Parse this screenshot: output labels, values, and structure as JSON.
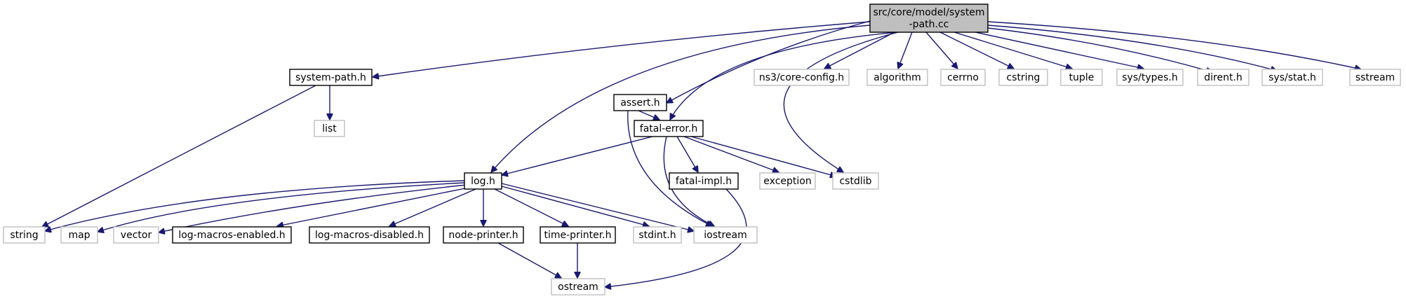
{
  "graph": {
    "edge_color": "#191970",
    "nodes": [
      {
        "id": "system-path-cc",
        "lines": [
          "src/core/model/system",
          "-path.cc"
        ],
        "kind": "main"
      },
      {
        "id": "system-path-h",
        "lines": [
          "system-path.h"
        ],
        "kind": "documented"
      },
      {
        "id": "assert-h",
        "lines": [
          "assert.h"
        ],
        "kind": "documented"
      },
      {
        "id": "ns3-core-config-h",
        "lines": [
          "ns3/core-config.h"
        ],
        "kind": "external"
      },
      {
        "id": "algorithm",
        "lines": [
          "algorithm"
        ],
        "kind": "external"
      },
      {
        "id": "cerrno",
        "lines": [
          "cerrno"
        ],
        "kind": "external"
      },
      {
        "id": "cstring",
        "lines": [
          "cstring"
        ],
        "kind": "external"
      },
      {
        "id": "tuple",
        "lines": [
          "tuple"
        ],
        "kind": "external"
      },
      {
        "id": "sys-types-h",
        "lines": [
          "sys/types.h"
        ],
        "kind": "external"
      },
      {
        "id": "dirent-h",
        "lines": [
          "dirent.h"
        ],
        "kind": "external"
      },
      {
        "id": "sys-stat-h",
        "lines": [
          "sys/stat.h"
        ],
        "kind": "external"
      },
      {
        "id": "sstream",
        "lines": [
          "sstream"
        ],
        "kind": "external"
      },
      {
        "id": "list",
        "lines": [
          "list"
        ],
        "kind": "external"
      },
      {
        "id": "fatal-error-h",
        "lines": [
          "fatal-error.h"
        ],
        "kind": "documented"
      },
      {
        "id": "log-h",
        "lines": [
          "log.h"
        ],
        "kind": "documented"
      },
      {
        "id": "fatal-impl-h",
        "lines": [
          "fatal-impl.h"
        ],
        "kind": "documented"
      },
      {
        "id": "exception",
        "lines": [
          "exception"
        ],
        "kind": "external"
      },
      {
        "id": "cstdlib",
        "lines": [
          "cstdlib"
        ],
        "kind": "external"
      },
      {
        "id": "string",
        "lines": [
          "string"
        ],
        "kind": "external"
      },
      {
        "id": "map",
        "lines": [
          "map"
        ],
        "kind": "external"
      },
      {
        "id": "vector",
        "lines": [
          "vector"
        ],
        "kind": "external"
      },
      {
        "id": "log-macros-enabled-h",
        "lines": [
          "log-macros-enabled.h"
        ],
        "kind": "documented"
      },
      {
        "id": "log-macros-disabled-h",
        "lines": [
          "log-macros-disabled.h"
        ],
        "kind": "documented"
      },
      {
        "id": "node-printer-h",
        "lines": [
          "node-printer.h"
        ],
        "kind": "documented"
      },
      {
        "id": "time-printer-h",
        "lines": [
          "time-printer.h"
        ],
        "kind": "documented"
      },
      {
        "id": "stdint-h",
        "lines": [
          "stdint.h"
        ],
        "kind": "external"
      },
      {
        "id": "iostream",
        "lines": [
          "iostream"
        ],
        "kind": "external"
      },
      {
        "id": "ostream",
        "lines": [
          "ostream"
        ],
        "kind": "external"
      }
    ],
    "edges": [
      {
        "from": "system-path-cc",
        "to": "system-path-h"
      },
      {
        "from": "system-path-cc",
        "to": "log-h"
      },
      {
        "from": "system-path-cc",
        "to": "assert-h"
      },
      {
        "from": "system-path-cc",
        "to": "fatal-error-h"
      },
      {
        "from": "system-path-cc",
        "to": "cstdlib"
      },
      {
        "from": "system-path-cc",
        "to": "ns3-core-config-h"
      },
      {
        "from": "system-path-cc",
        "to": "algorithm"
      },
      {
        "from": "system-path-cc",
        "to": "cerrno"
      },
      {
        "from": "system-path-cc",
        "to": "cstring"
      },
      {
        "from": "system-path-cc",
        "to": "tuple"
      },
      {
        "from": "system-path-cc",
        "to": "sys-types-h"
      },
      {
        "from": "system-path-cc",
        "to": "dirent-h"
      },
      {
        "from": "system-path-cc",
        "to": "sys-stat-h"
      },
      {
        "from": "system-path-cc",
        "to": "sstream"
      },
      {
        "from": "system-path-h",
        "to": "list"
      },
      {
        "from": "system-path-h",
        "to": "string"
      },
      {
        "from": "assert-h",
        "to": "fatal-error-h"
      },
      {
        "from": "assert-h",
        "to": "iostream"
      },
      {
        "from": "fatal-error-h",
        "to": "log-h"
      },
      {
        "from": "fatal-error-h",
        "to": "fatal-impl-h"
      },
      {
        "from": "fatal-error-h",
        "to": "iostream"
      },
      {
        "from": "fatal-error-h",
        "to": "exception"
      },
      {
        "from": "fatal-error-h",
        "to": "cstdlib"
      },
      {
        "from": "fatal-impl-h",
        "to": "ostream"
      },
      {
        "from": "log-h",
        "to": "string"
      },
      {
        "from": "log-h",
        "to": "map"
      },
      {
        "from": "log-h",
        "to": "vector"
      },
      {
        "from": "log-h",
        "to": "log-macros-enabled-h"
      },
      {
        "from": "log-h",
        "to": "log-macros-disabled-h"
      },
      {
        "from": "log-h",
        "to": "node-printer-h"
      },
      {
        "from": "log-h",
        "to": "time-printer-h"
      },
      {
        "from": "log-h",
        "to": "stdint-h"
      },
      {
        "from": "log-h",
        "to": "iostream"
      },
      {
        "from": "node-printer-h",
        "to": "ostream"
      },
      {
        "from": "time-printer-h",
        "to": "ostream"
      }
    ]
  }
}
